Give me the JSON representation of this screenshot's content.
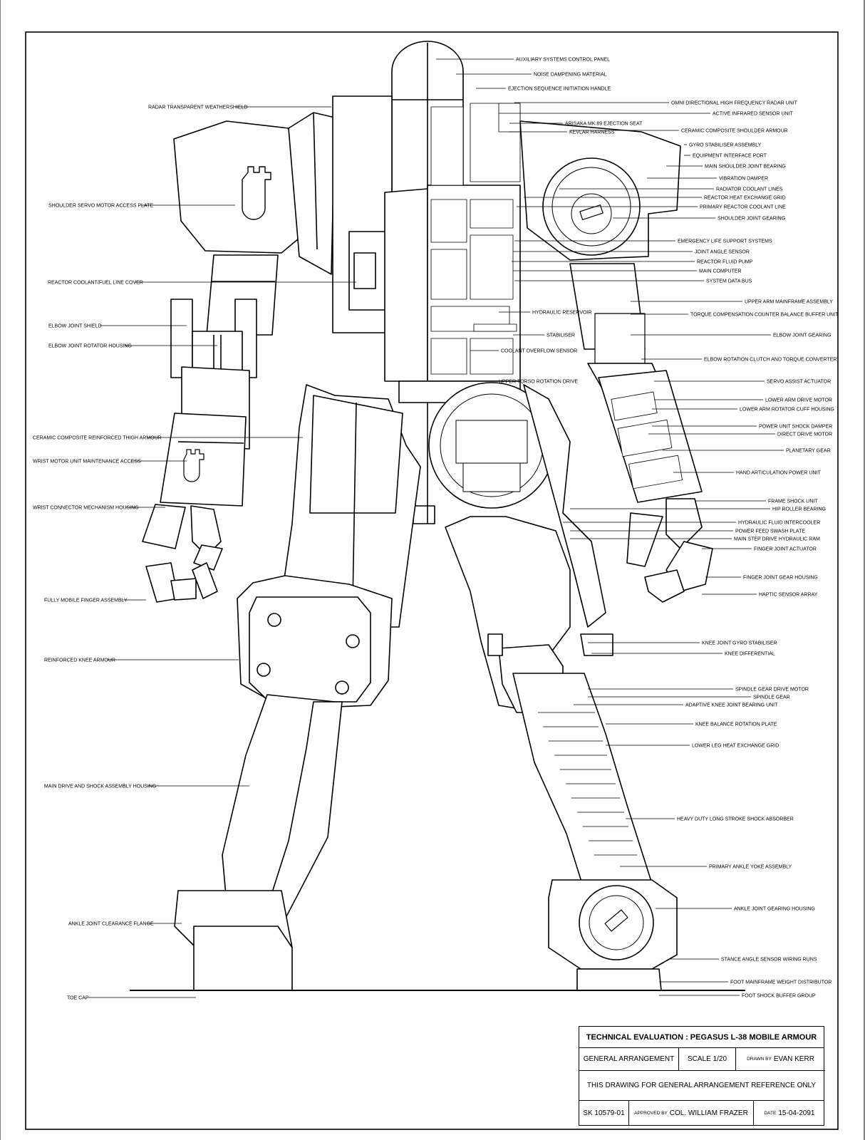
{
  "title_block": {
    "title": "TECHNICAL EVALUATION : PEGASUS L-38 MOBILE ARMOUR",
    "arrangement": "GENERAL ARRANGEMENT",
    "scale": "SCALE 1/20",
    "drawn_by_label": "DRAWN BY",
    "drawn_by": "EVAN KERR",
    "note": "THIS DRAWING FOR GENERAL ARRANGEMENT REFERENCE ONLY",
    "sheet_no": "SK 10579-01",
    "approved_by_label": "APPROVED BY",
    "approved_by": "COL. WILLIAM FRAZER",
    "date_label": "DATE",
    "date": "15-04-2091"
  },
  "labels_left": [
    "RADAR TRANSPARENT WEATHERSHIELD",
    "SHOULDER SERVO MOTOR ACCESS PLATE",
    "REACTOR COOLANT/FUEL LINE COVER",
    "ELBOW JOINT SHIELD",
    "ELBOW JOINT ROTATOR HOUSING",
    "CERAMIC COMPOSITE REINFORCED THIGH ARMOUR",
    "WRIST MOTOR UNIT MAINTENANCE ACCESS",
    "WRIST CONNECTOR MECHANISM HOUSING",
    "FULLY MOBILE FINGER ASSEMBLY",
    "REINFORCED KNEE ARMOUR",
    "MAIN DRIVE AND SHOCK ASSEMBLY HOUSING",
    "ANKLE JOINT CLEARANCE FLANGE",
    "TOE CAP"
  ],
  "labels_right": [
    "AUXILIARY SYSTEMS CONTROL PANEL",
    "NOISE DAMPENING MATERIAL",
    "EJECTION SEQUENCE INITIATION HANDLE",
    "OMNI DIRECTIONAL HIGH FREQUENCY RADAR UNIT",
    "ACTIVE INFRARED SENSOR UNIT",
    "ARISAKA MK.89 EJECTION SEAT",
    "KEVLAR HARNESS",
    "CERAMIC COMPOSITE SHOULDER ARMOUR",
    "GYRO STABILISER ASSEMBLY",
    "EQUIPMENT INTERFACE PORT",
    "MAIN SHOULDER JOINT BEARING",
    "VIBRATION DAMPER",
    "RADIATOR COOLANT LINES",
    "REACTOR HEAT EXCHANGE GRID",
    "PRIMARY REACTOR COOLANT LINE",
    "SHOULDER JOINT GEARING",
    "EMERGENCY LIFE SUPPORT SYSTEMS",
    "JOINT ANGLE SENSOR",
    "REACTOR FLUID PUMP",
    "MAIN COMPUTER",
    "SYSTEM DATA BUS",
    "UPPER ARM MAINFRAME ASSEMBLY",
    "HYDRAULIC RESERVOIR",
    "TORQUE COMPENSATION COUNTER BALANCE BUFFER UNIT",
    "STABILISER",
    "ELBOW JOINT GEARING",
    "COOLANT OVERFLOW SENSOR",
    "ELBOW ROTATION CLUTCH AND TORQUE CONVERTER",
    "UPPER TORSO ROTATION DRIVE",
    "SERVO ASSIST ACTUATOR",
    "LOWER ARM DRIVE MOTOR",
    "LOWER ARM ROTATOR CUFF HOUSING",
    "POWER UNIT SHOCK DAMPER",
    "DIRECT DRIVE MOTOR",
    "PLANETARY GEAR",
    "HAND ARTICULATION POWER UNIT",
    "FRAME SHOCK UNIT",
    "HIP ROLLER BEARING",
    "HYDRAULIC FLUID INTERCOOLER",
    "POWER FEED SWASH PLATE",
    "MAIN STEP DRIVE HYDRAULIC RAM",
    "FINGER JOINT ACTUATOR",
    "FINGER JOINT GEAR HOUSING",
    "HAPTIC SENSOR ARRAY",
    "KNEE JOINT GYRO STABILISER",
    "KNEE DIFFERENTIAL",
    "SPINDLE GEAR DRIVE MOTOR",
    "SPINDLE GEAR",
    "ADAPTIVE KNEE JOINT BEARING UNIT",
    "KNEE BALANCE ROTATION PLATE",
    "LOWER LEG HEAT EXCHANGE GRID",
    "HEAVY DUTY LONG STROKE SHOCK ABSORBER",
    "PRIMARY ANKLE YOKE ASSEMBLY",
    "ANKLE JOINT GEARING HOUSING",
    "STANCE ANGLE SENSOR WIRING RUNS",
    "FOOT MAINFRAME WEIGHT DISTRIBUTOR",
    "FOOT SHOCK BUFFER GROUP"
  ]
}
